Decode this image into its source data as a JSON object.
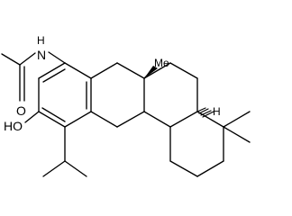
{
  "diagram": {
    "labels": {
      "amide_n": "N",
      "amide_h": "H",
      "carbonyl_o": "O",
      "hydroxyl": "HO",
      "stereo_h": "H",
      "methyl_label": "Me"
    },
    "colors": {
      "ink": "#000000",
      "background": "#ffffff"
    }
  }
}
